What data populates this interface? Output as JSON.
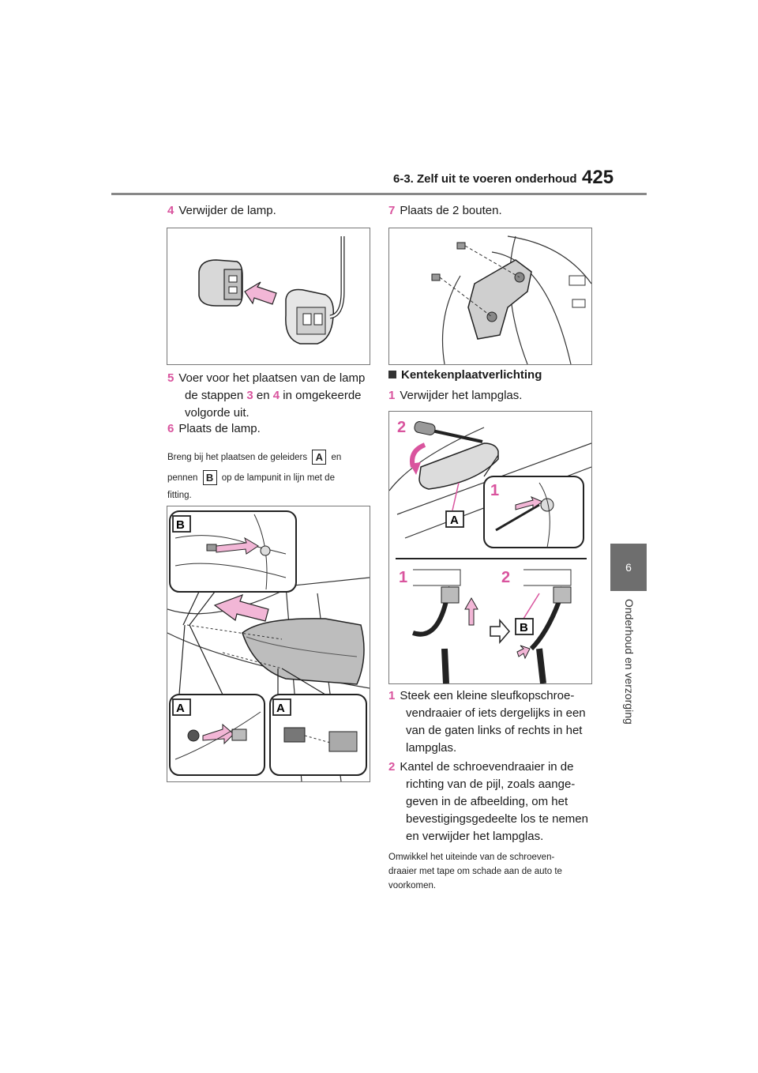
{
  "header": {
    "section": "6-3. Zelf uit te voeren onderhoud",
    "page_number": "425"
  },
  "side_tab": {
    "number": "6",
    "label": "Onderhoud en verzorging"
  },
  "left": {
    "step4": {
      "num": "4",
      "text": "Verwijder de lamp."
    },
    "step5": {
      "num": "5",
      "line1": "Voer voor het plaatsen van de lamp",
      "line2_pre": "de stappen ",
      "ref3": "3",
      "line2_mid": " en ",
      "ref4": "4",
      "line2_post": " in omgekeerde",
      "line3": "volgorde uit."
    },
    "step6": {
      "num": "6",
      "text": "Plaats de lamp."
    },
    "note": {
      "part1": "Breng bij het plaatsen de geleiders",
      "callout_a": "A",
      "part2": "en",
      "part3": "pennen",
      "callout_b": "B",
      "part4": "op de lampunit in lijn met de",
      "part5": "fitting."
    },
    "fig2_labels": {
      "b": "B",
      "a1": "A",
      "a2": "A"
    }
  },
  "right": {
    "step7": {
      "num": "7",
      "text": "Plaats de 2 bouten."
    },
    "heading": "Kentekenplaatverlichting",
    "step1a": {
      "num": "1",
      "text": "Verwijder het lampglas."
    },
    "fig_labels": {
      "n2": "2",
      "n1": "1",
      "a": "A",
      "n1b": "1",
      "n2b": "2",
      "b": "B"
    },
    "step1b": {
      "num": "1",
      "lines": [
        "Steek een kleine sleufkopschroe-",
        "vendraaier of iets dergelijks in een",
        "van de gaten links of rechts in het",
        "lampglas."
      ]
    },
    "step2": {
      "num": "2",
      "lines": [
        "Kantel de schroevendraaier in de",
        "richting van de pijl, zoals aange-",
        "geven in de afbeelding, om het",
        "bevestigingsgedeelte los te nemen",
        "en verwijder het lampglas."
      ]
    },
    "note": {
      "lines": [
        "Omwikkel het uiteinde van de schroeven-",
        "draaier met tape om schade aan de auto te",
        "voorkomen."
      ]
    }
  }
}
